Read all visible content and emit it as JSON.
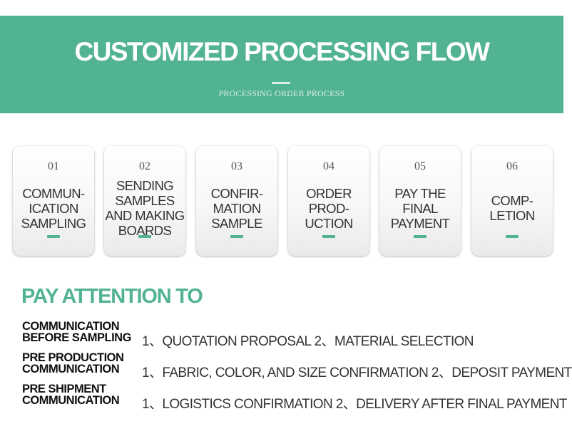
{
  "header": {
    "title": "CUSTOMIZED PROCESSING FLOW",
    "subtitle": "PROCESSING ORDER PROCESS"
  },
  "steps": [
    {
      "number": "01",
      "label": "COMMUN-\nICATION\nSAMPLING"
    },
    {
      "number": "02",
      "label": "SENDING\nSAMPLES\nAND MAKING\nBOARDS"
    },
    {
      "number": "03",
      "label": "CONFIR-\nMATION\nSAMPLE"
    },
    {
      "number": "04",
      "label": "ORDER\nPROD-\nUCTION"
    },
    {
      "number": "05",
      "label": "PAY THE\nFINAL\nPAYMENT"
    },
    {
      "number": "06",
      "label": "COMP-\nLETION"
    }
  ],
  "attention": {
    "title": "PAY ATTENTION TO",
    "items": [
      {
        "label": "COMMUNICATION\nBEFORE SAMPLING",
        "text": "1、QUOTATION PROPOSAL  2、MATERIAL SELECTION"
      },
      {
        "label": "PRE PRODUCTION\nCOMMUNICATION",
        "text": "1、FABRIC, COLOR, AND SIZE CONFIRMATION  2、DEPOSIT PAYMENT"
      },
      {
        "label": "PRE SHIPMENT\nCOMMUNICATION",
        "text": "1、LOGISTICS CONFIRMATION  2、DELIVERY AFTER FINAL PAYMENT"
      }
    ]
  },
  "colors": {
    "accent": "#52b391",
    "text_dark": "#111111",
    "text_body": "#333333"
  }
}
